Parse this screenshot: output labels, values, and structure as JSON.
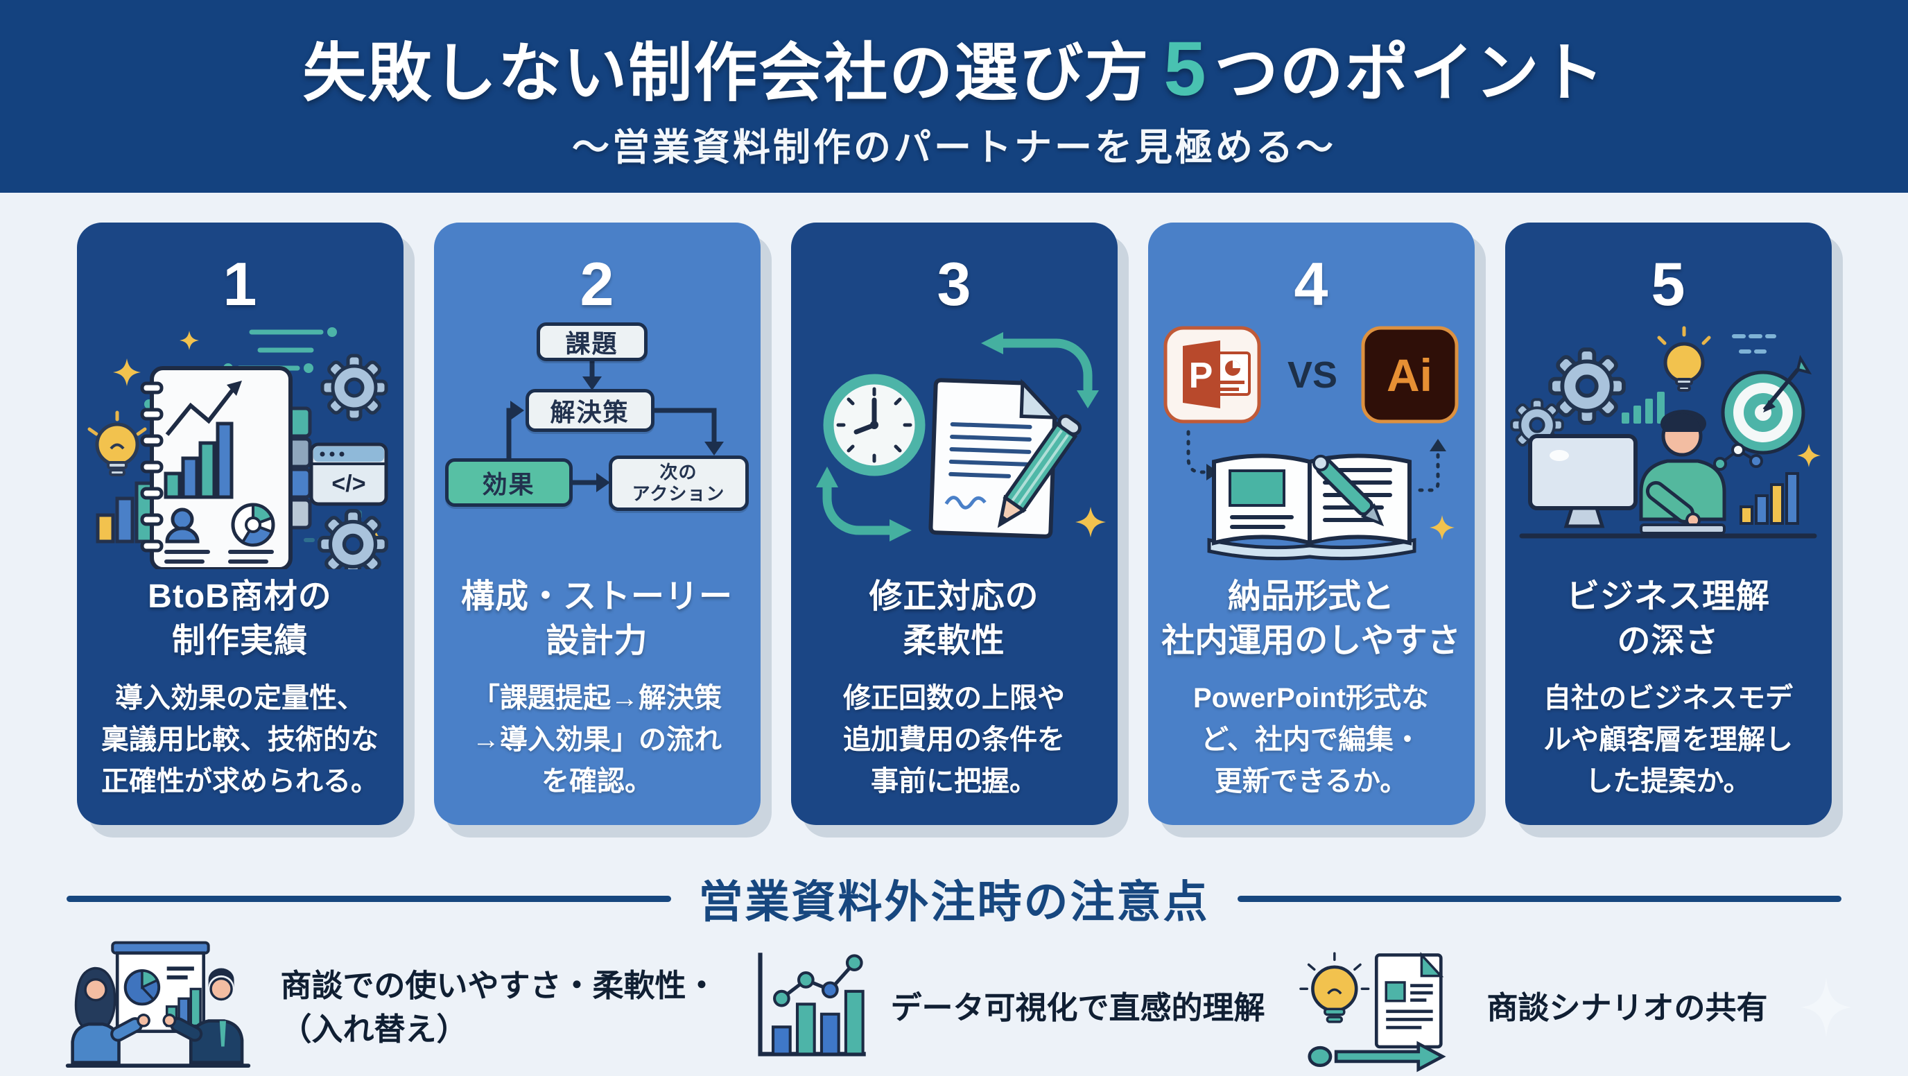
{
  "header": {
    "title_main": "失敗しない制作会社の選び方",
    "title_accent": "5",
    "title_suffix": "つのポイント",
    "subtitle": "～営業資料制作のパートナーを見極める～"
  },
  "cards": [
    {
      "number": "1",
      "title": "BtoB商材の\n制作実績",
      "description": "導入効果の定量性、\n稟議用比較、技術的な\n正確性が求められる。",
      "variant": "dark"
    },
    {
      "number": "2",
      "title": "構成・ストーリー\n設計力",
      "description": "「課題提起→解決策\n→導入効果」の流れ\nを確認。",
      "variant": "light"
    },
    {
      "number": "3",
      "title": "修正対応の\n柔軟性",
      "description": "修正回数の上限や\n追加費用の条件を\n事前に把握。",
      "variant": "dark"
    },
    {
      "number": "4",
      "title": "納品形式と\n社内運用のしやすさ",
      "description": "PowerPoint形式な\nど、社内で編集・\n更新できるか。",
      "variant": "light"
    },
    {
      "number": "5",
      "title": "ビジネス理解\nの深さ",
      "description": "自社のビジネスモデ\nルや顧客層を理解し\nした提案か。",
      "variant": "dark"
    }
  ],
  "flowchart": {
    "problem": "課題",
    "solution": "解決策",
    "effect": "効果",
    "next_action": "次の\nアクション"
  },
  "card1_extra": {
    "code_glyph": "</>"
  },
  "card4_extra": {
    "ppt_letter": "P",
    "vs_label": "VS",
    "ai_label": "Ai"
  },
  "footer": {
    "heading": "営業資料外注時の注意点",
    "items": [
      {
        "icon": "presentation-meeting-icon",
        "label": "商談での使いやすさ・柔軟性・\n（入れ替え）"
      },
      {
        "icon": "bar-chart-growth-icon",
        "label": "データ可視化で直感的理解"
      },
      {
        "icon": "lightbulb-document-icon",
        "label": "商談シナリオの共有"
      }
    ]
  },
  "colors": {
    "header_bg": "#14427F",
    "page_bg": "#EDF2F8",
    "card_dark": "#1B4685",
    "card_light": "#4A80C8",
    "accent_teal": "#49C2B1",
    "flow_teal": "#57C0A4",
    "heading_navy": "#17477F",
    "note_text": "#101F33",
    "shadow": "#CBD5DF",
    "ppt_red": "#B8492C",
    "ai_orange": "#E79034",
    "ai_bg": "#2F0F08",
    "yellow": "#F2C24E"
  }
}
